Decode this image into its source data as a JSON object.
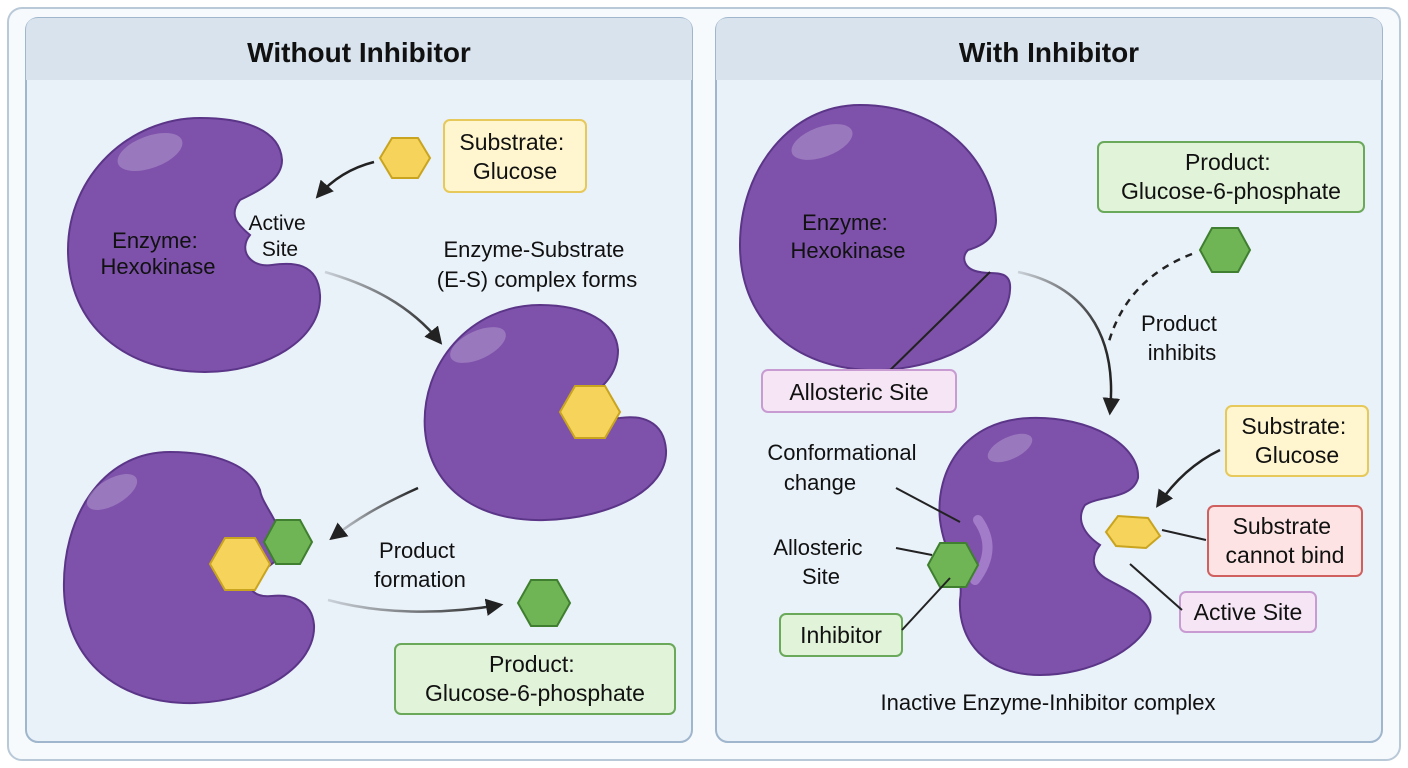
{
  "colors": {
    "panel_bg": "#e9f1f9",
    "panel_header": "#d8e3ee",
    "panel_border": "#9fb6cc",
    "enzyme": "#7e52ab",
    "enzyme_dark": "#5b3587",
    "substrate": "#f6d35a",
    "substrate_stroke": "#c9a41f",
    "product": "#6fb555",
    "product_stroke": "#3f7f2f",
    "label_yellow_bg": "#fff6cf",
    "label_yellow_border": "#e6c95a",
    "label_green_bg": "#e1f3d9",
    "label_green_border": "#6aa85a",
    "label_pink_bg": "#f6e6f5",
    "label_pink_border": "#c89bd2",
    "label_red_bg": "#fde3e3",
    "label_red_border": "#d06060"
  },
  "left_panel": {
    "title": "Without Inhibitor",
    "enzyme_label": [
      "Enzyme:",
      "Hexokinase"
    ],
    "active_site_label": [
      "Active",
      "Site"
    ],
    "substrate_box": [
      "Substrate:",
      "Glucose"
    ],
    "es_complex_label": [
      "Enzyme-Substrate",
      "(E-S) complex forms"
    ],
    "product_formation_label": [
      "Product",
      "formation"
    ],
    "product_box": [
      "Product:",
      "Glucose-6-phosphate"
    ]
  },
  "right_panel": {
    "title": "With Inhibitor",
    "enzyme_label": [
      "Enzyme:",
      "Hexokinase"
    ],
    "product_box": [
      "Product:",
      "Glucose-6-phosphate"
    ],
    "product_inhibits_label": [
      "Product",
      "inhibits"
    ],
    "allosteric_site_box": "Allosteric Site",
    "conformational_change_label": [
      "Conformational",
      "change"
    ],
    "allosteric_site_label": [
      "Allosteric",
      "Site"
    ],
    "inhibitor_box": "Inhibitor",
    "substrate_box": [
      "Substrate:",
      "Glucose"
    ],
    "cannot_bind_box": [
      "Substrate",
      "cannot bind"
    ],
    "active_site_box": "Active Site",
    "complex_caption": "Inactive Enzyme-Inhibitor complex"
  }
}
